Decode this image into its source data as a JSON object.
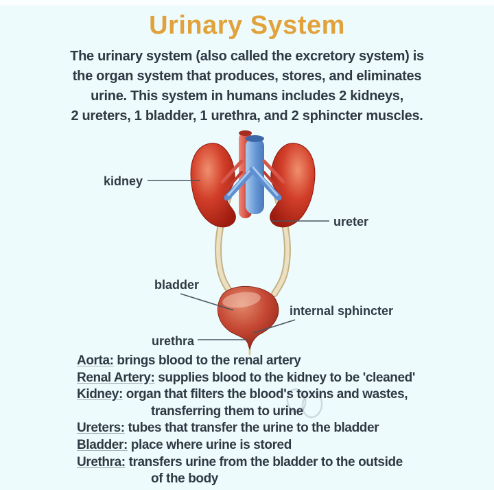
{
  "title": {
    "text": "Urinary System",
    "color": "#e2a23b"
  },
  "intro": {
    "lines": [
      "The urinary system (also called the excretory system) is",
      "the organ system that produces, stores, and eliminates",
      "urine. This system in humans includes 2 kidneys,",
      "2 ureters, 1 bladder, 1 urethra, and 2 sphincter muscles."
    ]
  },
  "diagram": {
    "labels": {
      "kidney": "kidney",
      "ureter": "ureter",
      "bladder": "bladder",
      "internal_sphincter": "internal sphincter",
      "urethra": "urethra"
    },
    "colors": {
      "background": "#eefbfc",
      "text": "#2f3944",
      "kidney_light": "#f0906e",
      "kidney_dark": "#9c1a0e",
      "artery": "#d6564a",
      "artery_dark": "#c0392c",
      "vein": "#5d8fd2",
      "vein_light": "#b7d4f2",
      "ureter_edge": "#c4b185",
      "ureter": "#ece0c2",
      "bladder_light": "#e28a6d",
      "bladder_dark": "#8c2013",
      "leader": "#4a5560"
    }
  },
  "definitions": [
    {
      "term": "Aorta:",
      "text": " brings blood to the renal artery"
    },
    {
      "term": "Renal Artery:",
      "text": " supplies blood to the kidney to be 'cleaned'"
    },
    {
      "term": "Kidney:",
      "text": " organ that filters the blood's toxins and wastes,",
      "cont": "transferring them to urine"
    },
    {
      "term": "Ureters:",
      "text": " tubes that transfer the urine to the bladder"
    },
    {
      "term": "Bladder:",
      "text": " place where urine is stored"
    },
    {
      "term": "Urethra:",
      "text": " transfers urine from the bladder to the outside",
      "cont": "of the body"
    }
  ]
}
